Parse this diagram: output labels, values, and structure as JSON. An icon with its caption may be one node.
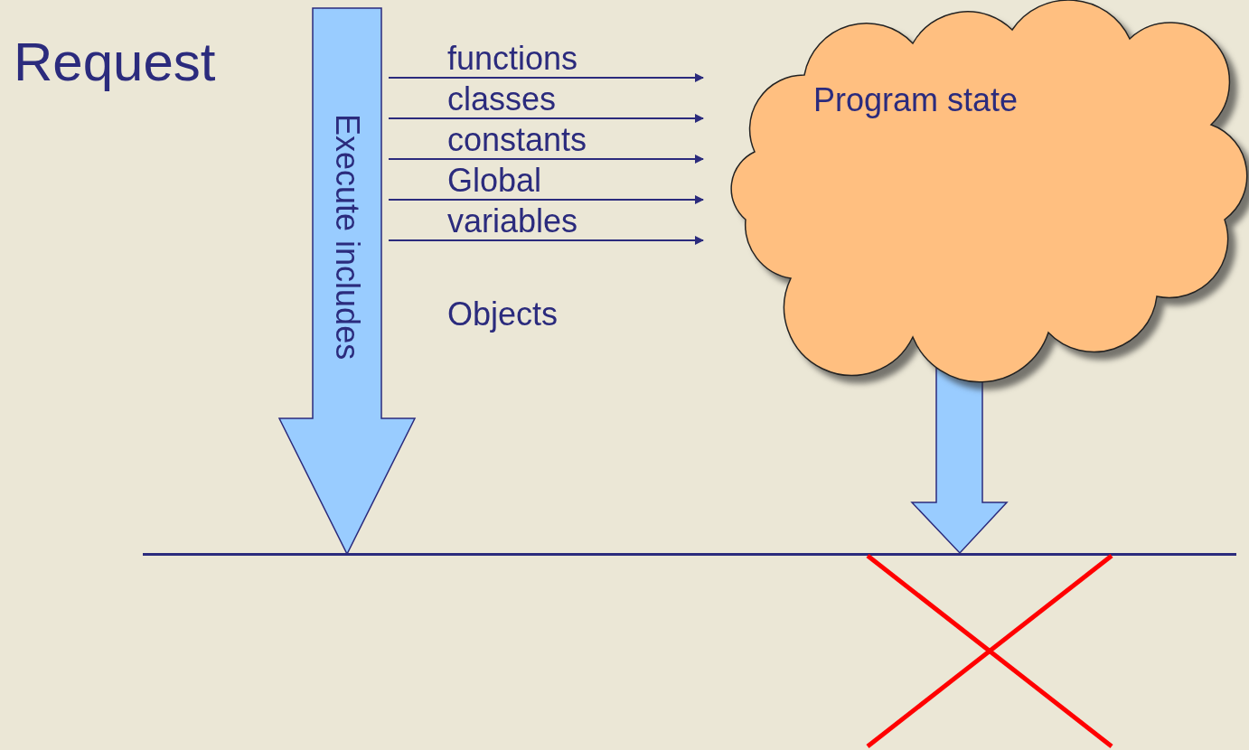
{
  "diagram": {
    "nodes": [
      {
        "text": [
          "Execute includes"
        ]
      },
      {
        "text": [
          "Program state"
        ]
      },
      {
        "text": [],
        "shape": "bar"
      }
    ],
    "edges": [
      {
        "from": 0,
        "to": 1,
        "arrow": "to",
        "label": "functions"
      },
      {
        "from": 0,
        "to": 1,
        "arrow": "to",
        "label": "classes"
      },
      {
        "from": 0,
        "to": 1,
        "arrow": "to",
        "label": "constants"
      },
      {
        "from": 0,
        "to": 1,
        "arrow": "to",
        "label": "Global"
      },
      {
        "from": 0,
        "to": 1,
        "arrow": "to",
        "label": "variables"
      },
      {
        "from": 1,
        "to": 2,
        "arrow": "to",
        "style": "thick"
      }
    ],
    "labels": [
      "Request",
      "Objects"
    ]
  }
}
